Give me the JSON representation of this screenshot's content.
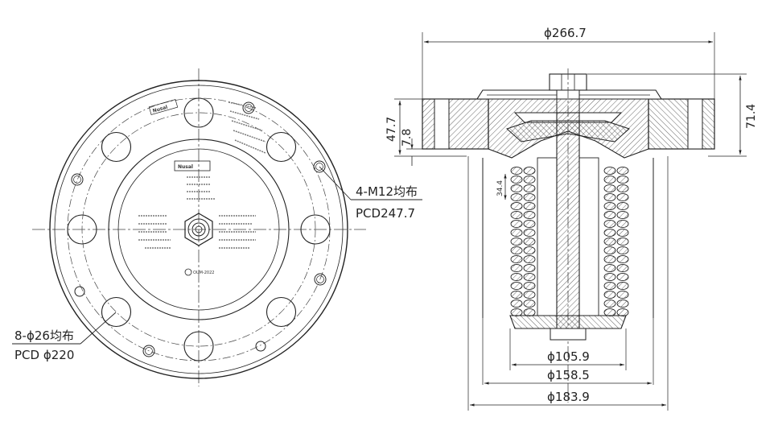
{
  "front_view": {
    "label_threaded_holes": "4-M12均布",
    "label_threaded_pcd": "PCD247.7",
    "label_through_holes": "8-ϕ26均布",
    "label_through_pcd": "PCD ϕ220",
    "plate_logo": "Nusal",
    "outer_logo": "Nusal",
    "plate_code": "OUM-2022"
  },
  "section_view": {
    "dim_overall_diameter": "ϕ266.7",
    "dim_height_total": "71.4",
    "dim_flange_height": "47.7",
    "dim_small": "7.8",
    "dim_spring_pitch": "34.4",
    "dim_bore": "ϕ105.9",
    "dim_body": "ϕ158.5",
    "dim_cage": "ϕ183.9"
  },
  "colors": {
    "line": "#222222",
    "hatch": "#555555",
    "center": "#444444"
  }
}
